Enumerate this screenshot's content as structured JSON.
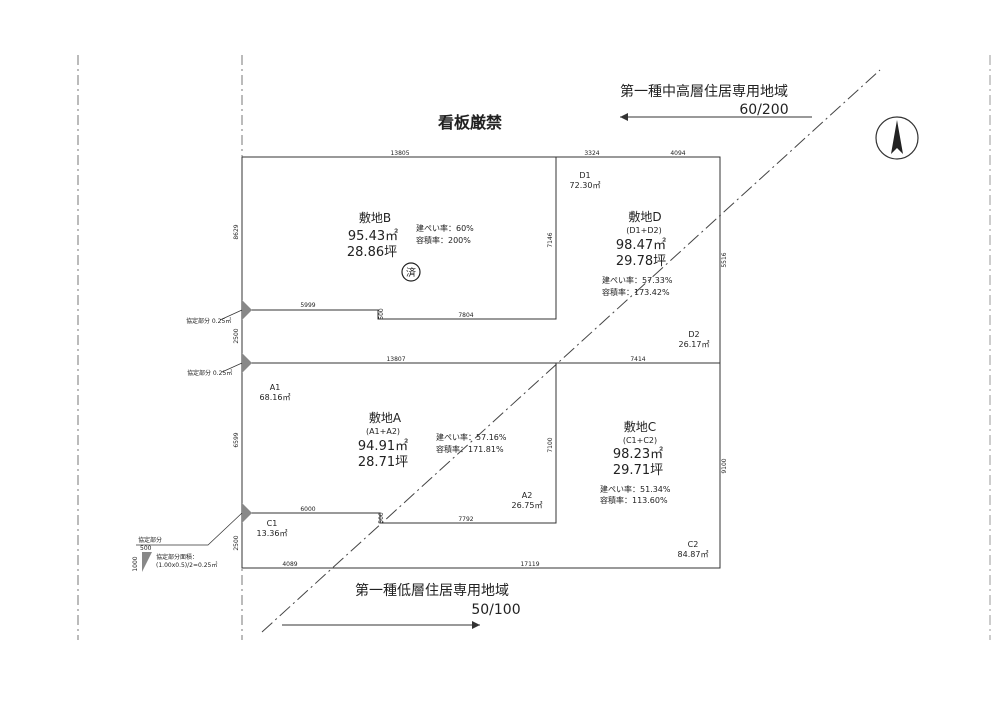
{
  "notice": "看板厳禁",
  "zone_top": {
    "name": "第一種中高層住居専用地域",
    "ratio": "60/200"
  },
  "zone_bottom": {
    "name": "第一種低層住居専用地域",
    "ratio": "50/100"
  },
  "lots": {
    "B": {
      "title": "敷地B",
      "area": "95.43㎡",
      "tsubo": "28.86坪",
      "coverage": "建ぺい率：60%",
      "far": "容積率：200%",
      "stamp": "済"
    },
    "D": {
      "title": "敷地D",
      "sub": "(D1+D2)",
      "area": "98.47㎡",
      "tsubo": "29.78坪",
      "coverage": "建ぺい率：57.33%",
      "far": "容積率：173.42%"
    },
    "A": {
      "title": "敷地A",
      "sub": "(A1+A2)",
      "area": "94.91㎡",
      "tsubo": "28.71坪",
      "coverage": "建ぺい率：57.16%",
      "far": "容積率：171.81%"
    },
    "C": {
      "title": "敷地C",
      "sub": "(C1+C2)",
      "area": "98.23㎡",
      "tsubo": "29.71坪",
      "coverage": "建ぺい率：51.34%",
      "far": "容積率：113.60%"
    }
  },
  "parts": {
    "D1": {
      "label": "D1",
      "area": "72.30㎡"
    },
    "D2": {
      "label": "D2",
      "area": "26.17㎡"
    },
    "A1": {
      "label": "A1",
      "area": "68.16㎡"
    },
    "A2": {
      "label": "A2",
      "area": "26.75㎡"
    },
    "C1": {
      "label": "C1",
      "area": "13.36㎡"
    },
    "C2": {
      "label": "C2",
      "area": "84.87㎡"
    }
  },
  "dimensions": {
    "top_left": "13805",
    "top_mid": "3324",
    "top_right": "4094",
    "b_left": "8629",
    "d1_right": "7146",
    "d_right": "5516",
    "b_bottom_a": "5999",
    "b_bottom_b": "7804",
    "b_notch": "500",
    "left_mid": "2500",
    "mid_left": "13807",
    "mid_right": "7414",
    "a_left": "6599",
    "a2_right": "7100",
    "c_right": "9100",
    "a_bottom_a": "6000",
    "a_bottom_b": "7792",
    "a_notch": "500",
    "c_left": "2500",
    "bottom_a": "4089",
    "bottom_b": "17119"
  },
  "cut_labels": {
    "upper": "協定部分 0.25㎡",
    "middle": "協定部分 0.25㎡",
    "legend_title": "協定部分",
    "legend_w": "500",
    "legend_h": "1000",
    "legend_formula": "協定部分面積：",
    "legend_calc": "(1.00x0.5)/2=0.25㎡"
  }
}
